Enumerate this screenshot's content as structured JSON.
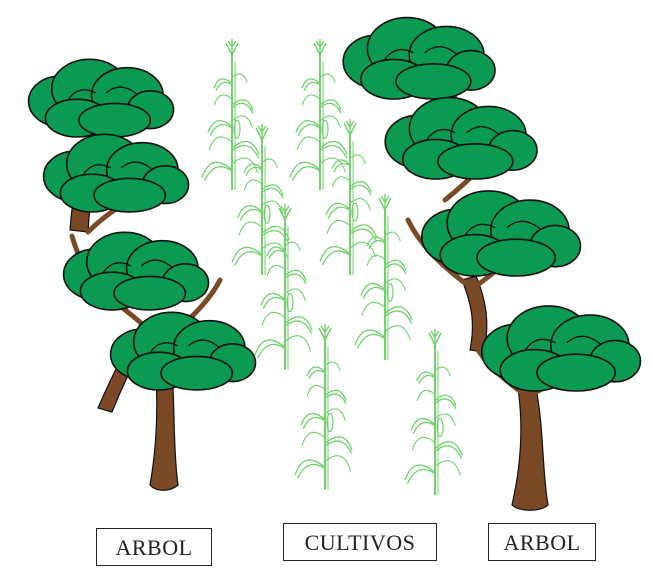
{
  "labels": {
    "left_tree": "ARBOL",
    "crops": "CULTIVOS",
    "right_tree": "ARBOL"
  },
  "colors": {
    "canopy": "#0a9a52",
    "canopy_outline": "#111111",
    "trunk": "#7a4a26",
    "crop": "#6fd36a",
    "label_border": "#222222"
  },
  "icons": {
    "tree": "tree-icon",
    "crop": "corn-plant-icon"
  }
}
